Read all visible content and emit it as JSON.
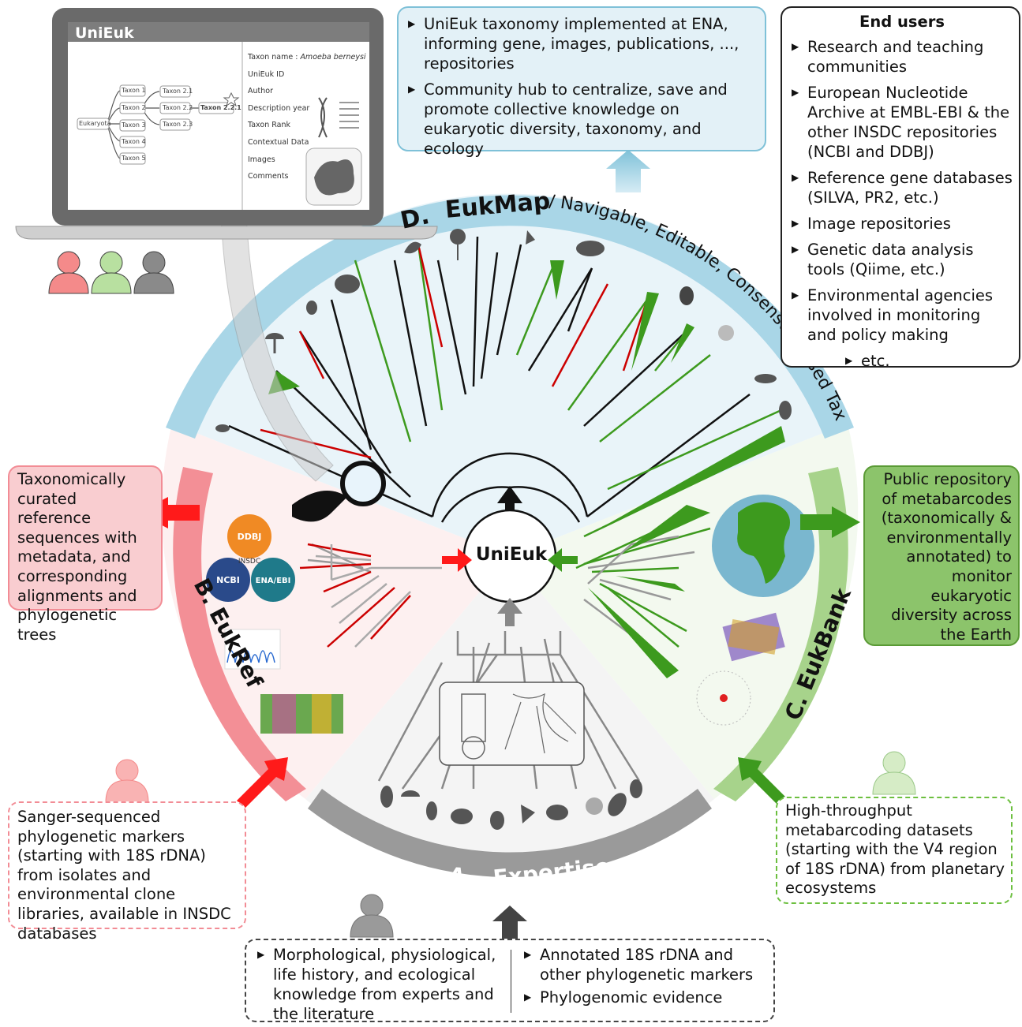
{
  "laptop": {
    "app_title": "UniEuk",
    "tree_root": "Eukaryota",
    "tree_taxa": [
      "Taxon 1",
      "Taxon 2",
      "Taxon 3",
      "Taxon 4",
      "Taxon 5"
    ],
    "tree_subtaxa": [
      "Taxon 2.1",
      "Taxon 2.2",
      "Taxon 2.3"
    ],
    "tree_leaf": "Taxon 2.2.1",
    "taxon_name_label": "Taxon name :",
    "taxon_name_value": "Amoeba berneysi",
    "fields": [
      "UniEuk ID",
      "Author",
      "Description year",
      "Taxon Rank",
      "Contextual Data",
      "Images",
      "Comments"
    ]
  },
  "top_box": {
    "items": [
      "UniEuk taxonomy implemented at ENA, informing gene, images, publications, ..., repositories",
      "Community hub to centralize, save and promote collective knowledge on eukaryotic diversity, taxonomy, and ecology"
    ]
  },
  "end_users": {
    "title": "End users",
    "items": [
      "Research and teaching communities",
      "European Nucleotide Archive at EMBL-EBI & the other INSDC repositories (NCBI and DDBJ)",
      "Reference gene databases (SILVA, PR2, etc.)",
      "Image repositories",
      "Genetic data analysis tools (Qiime, etc.)",
      "Environmental agencies involved in monitoring and policy making"
    ],
    "etc": "etc."
  },
  "sections": {
    "d_letter": "D.",
    "d_name": "EukMap",
    "d_subtitle": "/ Navigable, Editable, Consensus-based Taxonomy",
    "b_label": "B.  EukRef",
    "c_label": "C.  EukBank",
    "a_letter": "A.",
    "a_name": "Expertise"
  },
  "center": {
    "label": "UniEuk"
  },
  "eukref_box": {
    "text": "Taxonomically curated reference sequences with metadata, and corresponding alignments and phylogenetic trees"
  },
  "eukbank_box": {
    "text": "Public repository of metabarcodes (taxonomically & environmentally annotated) to monitor eukaryotic diversity across the Earth"
  },
  "sanger_box": {
    "text": "Sanger-sequenced phylogenetic markers (starting with 18S rDNA) from isolates and environmental clone libraries, available in INSDC databases"
  },
  "ht_box": {
    "text": "High-throughput metabarcoding datasets (starting with the V4 region of 18S rDNA) from planetary ecosystems"
  },
  "expertise_box": {
    "col1": [
      "Morphological, physiological, life history, and ecological knowledge from experts and the literature"
    ],
    "col2": [
      "Annotated 18S rDNA and other phylogenetic markers",
      "Phylogenomic evidence"
    ]
  },
  "insdc": {
    "ddbj": "DDBJ",
    "insdc": "INSDC",
    "ncbi": "NCBI",
    "ena": "ENA/EBI"
  },
  "colors": {
    "blue_band": "#a9d6e7",
    "red_band": "#f38f96",
    "green_band": "#a7d38b",
    "grey_band": "#999999",
    "red": "#ff1a1a",
    "green": "#3d9a1e"
  }
}
